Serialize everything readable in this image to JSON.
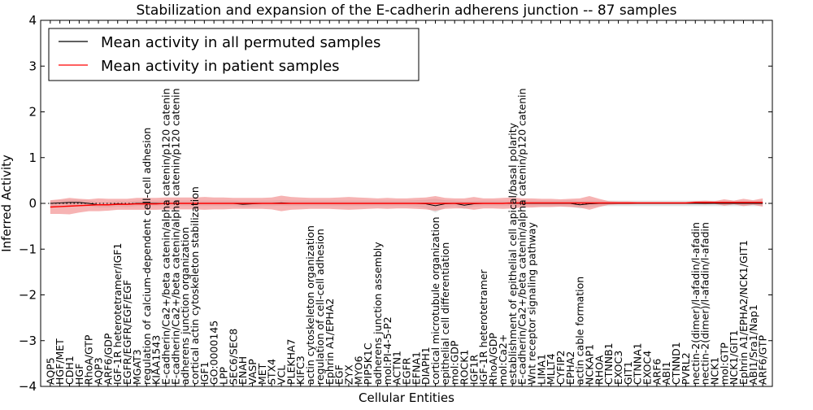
{
  "chart_data": {
    "type": "line",
    "title": "Stabilization and expansion of the E-cadherin adherens junction -- 87 samples",
    "xlabel": "Cellular Entities",
    "ylabel": "Inferred Activity",
    "ylim": [
      -4,
      4
    ],
    "yticks": [
      -4,
      -3,
      -2,
      -1,
      0,
      1,
      2,
      3,
      4
    ],
    "legend": "top-left",
    "grid": false,
    "categories": [
      "AQP5",
      "HGF/MET",
      "CDH1",
      "HGF",
      "RhoA/GTP",
      "AQP3",
      "ARF6/GDP",
      "IGF-1R heterotetramer/IGF1",
      "EGFR/EGFR/EGF/EGF",
      "MGAT3",
      "regulation of calcium-dependent cell-cell adhesion",
      "KIAA1543",
      "E-cadherin/Ca2+/beta catenin/alpha catenin/p120 catenin",
      "E-cadherin/Ca2+/beta catenin/alpha catenin/p120 catenin",
      "adherens junction organization",
      "cortical actin cytoskeleton stabilization",
      "IGF1",
      "GO:0000145",
      "LPP",
      "SEC6/SEC8",
      "ENAH",
      "VASP",
      "MET",
      "STX4",
      "VCL",
      "PLEKHA7",
      "KIFC3",
      "actin cytoskeleton organization",
      "regulation of cell-cell adhesion",
      "Ephrin A1/EPHA2",
      "EGF",
      "ZYX",
      "MYO6",
      "PIP5K1C",
      "adherens junction assembly",
      "mol:PI-4-5-P2",
      "ACTN1",
      "EGFR",
      "EFNA1",
      "DIAPH1",
      "cortical microtubule organization",
      "epithelial cell differentiation",
      "mol:GDP",
      "ROCK1",
      "IGF1R",
      "IGF-1R heterotetramer",
      "RhoA/GDP",
      "mol:Ca2+",
      "establishment of epithelial cell apical/basal polarity",
      "E-cadherin/Ca2+/beta catenin/alpha catenin/p120 catenin",
      "Wnt receptor signaling pathway",
      "LIMA1",
      "MLLT4",
      "CYFIP2",
      "EPHA2",
      "actin cable formation",
      "NCKAP1",
      "RHOA",
      "CTNNB1",
      "EXOC3",
      "GIT1",
      "CTNNA1",
      "EXOC4",
      "ARF6",
      "ABI1",
      "CTNND1",
      "PVRL2",
      "nectin-2(dimer)/l-afadin/l-afadin",
      "nectin-2(dimer)/l-afadin/l-afadin",
      "NCK1",
      "mol:GTP",
      "NCK1/GIT1",
      "Ephrin A1/EPHA2/NCK1/GIT1",
      "ABI1/Sra1/Nap1",
      "ARF6/GTP"
    ],
    "series": [
      {
        "name": "Mean activity in all permuted samples",
        "color": "#000000",
        "band_color": "#c8c8c8",
        "values": [
          0,
          0.01,
          0.02,
          0.02,
          0,
          -0.03,
          -0.03,
          -0.01,
          -0.02,
          0,
          0,
          0,
          0,
          0,
          0,
          0,
          0,
          0,
          0,
          0,
          -0.02,
          -0.01,
          0,
          0,
          0.01,
          0,
          0,
          0,
          0,
          0,
          0,
          0,
          0,
          0,
          0,
          0,
          0,
          0,
          0,
          -0.01,
          -0.05,
          -0.01,
          0,
          -0.04,
          -0.01,
          0,
          0,
          0,
          0,
          0,
          0,
          0,
          0,
          0,
          0,
          -0.03,
          -0.01,
          0,
          0,
          0,
          0,
          0,
          0,
          0,
          0,
          0,
          0,
          0,
          0,
          0,
          0,
          0,
          0,
          0,
          0
        ],
        "std": [
          0.06,
          0.06,
          0.06,
          0.06,
          0.06,
          0.06,
          0.06,
          0.06,
          0.06,
          0.06,
          0.06,
          0.06,
          0.06,
          0.06,
          0.06,
          0.06,
          0.06,
          0.06,
          0.06,
          0.06,
          0.06,
          0.06,
          0.06,
          0.06,
          0.06,
          0.06,
          0.06,
          0.06,
          0.06,
          0.06,
          0.06,
          0.06,
          0.06,
          0.06,
          0.06,
          0.06,
          0.06,
          0.06,
          0.07,
          0.09,
          0.15,
          0.08,
          0.06,
          0.08,
          0.06,
          0.06,
          0.06,
          0.06,
          0.06,
          0.06,
          0.06,
          0.06,
          0.06,
          0.06,
          0.07,
          0.08,
          0.07,
          0.06,
          0.06,
          0.06,
          0.06,
          0.06,
          0.06,
          0.06,
          0.06,
          0.06,
          0.06,
          0.06,
          0.06,
          0.06,
          0.06,
          0.06,
          0.06,
          0.06,
          0.06
        ]
      },
      {
        "name": "Mean activity in patient samples",
        "color": "#ff0000",
        "band_color": "#f08080",
        "values": [
          -0.08,
          -0.07,
          -0.06,
          -0.05,
          -0.04,
          -0.03,
          -0.03,
          -0.02,
          -0.02,
          -0.01,
          -0.01,
          -0.01,
          0,
          0,
          0,
          0,
          0,
          0,
          0,
          0,
          0,
          0,
          0,
          0,
          0,
          0,
          0,
          0,
          0,
          0,
          0,
          0,
          0,
          0,
          0,
          0,
          0,
          0,
          0,
          0,
          0,
          0,
          0,
          0,
          0,
          0,
          0,
          0,
          0.01,
          0.01,
          0.01,
          0.01,
          0.01,
          0.01,
          0.01,
          0.01,
          0.01,
          0.01,
          0.01,
          0.01,
          0.01,
          0.01,
          0.01,
          0.01,
          0.01,
          0.01,
          0.01,
          0.02,
          0.02,
          0.02,
          0.02,
          0.02,
          0.02,
          0.02,
          0.02
        ],
        "std": [
          0.15,
          0.16,
          0.18,
          0.15,
          0.13,
          0.14,
          0.13,
          0.12,
          0.12,
          0.13,
          0.13,
          0.13,
          0.13,
          0.13,
          0.13,
          0.13,
          0.14,
          0.13,
          0.13,
          0.12,
          0.12,
          0.12,
          0.12,
          0.13,
          0.17,
          0.14,
          0.13,
          0.12,
          0.12,
          0.12,
          0.13,
          0.14,
          0.13,
          0.12,
          0.11,
          0.12,
          0.11,
          0.11,
          0.12,
          0.13,
          0.16,
          0.12,
          0.11,
          0.11,
          0.14,
          0.11,
          0.11,
          0.12,
          0.12,
          0.1,
          0.1,
          0.09,
          0.09,
          0.08,
          0.09,
          0.1,
          0.15,
          0.09,
          0.04,
          0.03,
          0.03,
          0.02,
          0.02,
          0.02,
          0.02,
          0.02,
          0.02,
          0.03,
          0.04,
          0.03,
          0.07,
          0.04,
          0.08,
          0.05,
          0.09
        ]
      }
    ]
  }
}
